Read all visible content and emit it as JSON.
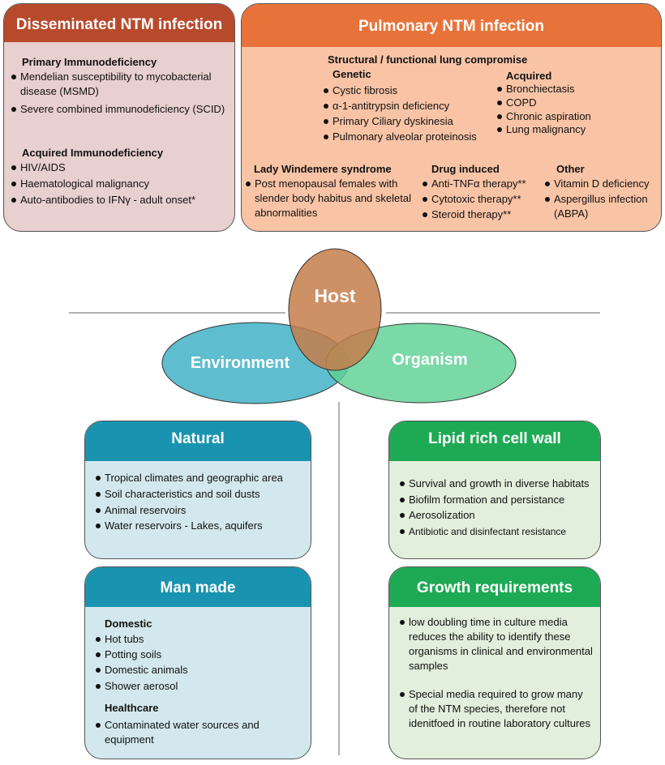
{
  "disseminated": {
    "title": "Disseminated NTM infection",
    "primary": {
      "heading": "Primary Immunodeficiency",
      "items": [
        "Mendelian susceptibility to mycobacterial disease (MSMD)",
        "Severe combined immunodeficiency (SCID)"
      ]
    },
    "acquired": {
      "heading": "Acquired Immunodeficiency",
      "items": [
        "HIV/AIDS",
        "Haematological malignancy",
        "Auto-antibodies to IFNγ - adult onset*"
      ]
    }
  },
  "pulmonary": {
    "title": "Pulmonary NTM infection",
    "structural_heading": "Structural / functional lung compromise",
    "genetic": {
      "heading": "Genetic",
      "items": [
        "Cystic fibrosis",
        "α-1-antitrypsin deficiency",
        "Primary Ciliary dyskinesia",
        "Pulmonary alveolar proteinosis"
      ]
    },
    "acquired": {
      "heading": "Acquired",
      "items": [
        "Bronchiectasis",
        "COPD",
        "Chronic aspiration",
        "Lung malignancy"
      ]
    },
    "lady": {
      "heading": "Lady Windemere syndrome",
      "item": "Post menopausal females with slender body habitus and skeletal abnormalities"
    },
    "drug": {
      "heading": "Drug induced",
      "items": [
        "Anti-TNFα therapy**",
        "Cytotoxic therapy**",
        "Steroid therapy**"
      ]
    },
    "other": {
      "heading": "Other",
      "items": [
        "Vitamin D deficiency",
        "Aspergillus infection (ABPA)"
      ]
    }
  },
  "venn": {
    "host": "Host",
    "environment": "Environment",
    "organism": "Organism"
  },
  "natural": {
    "title": "Natural",
    "items": [
      "Tropical climates and geographic area",
      "Soil characteristics and soil dusts",
      "Animal reservoirs",
      "Water reservoirs - Lakes, aquifers"
    ]
  },
  "manmade": {
    "title": "Man made",
    "domestic": {
      "heading": "Domestic",
      "items": [
        "Hot tubs",
        "Potting soils",
        "Domestic animals",
        "Shower aerosol"
      ]
    },
    "healthcare": {
      "heading": "Healthcare",
      "items": [
        "Contaminated water sources and equipment"
      ]
    }
  },
  "lipid": {
    "title": "Lipid rich cell wall",
    "items": [
      "Survival and growth in diverse habitats",
      "Biofilm formation and persistance",
      "Aerosolization",
      "Antibiotic and disinfectant resistance"
    ]
  },
  "growth": {
    "title": "Growth requirements",
    "items": [
      "low doubling time in culture media reduces the ability to identify these organisms in clinical and environmental samples",
      "Special media required to grow many of the NTM species, therefore not idenitfoed in routine laboratory cultures"
    ]
  },
  "colors": {
    "disseminated_header": "#b84a2c",
    "disseminated_body": "#e8cfd0",
    "pulmonary_header": "#e8733a",
    "pulmonary_body": "#f9c4a6",
    "host": "#c67d4a",
    "environment": "#3aafc3",
    "organism": "#5ecf94",
    "blue_header": "#1a93b0",
    "blue_body": "#d3e8ee",
    "green_header": "#1eaa55",
    "green_body": "#e1efdc"
  }
}
